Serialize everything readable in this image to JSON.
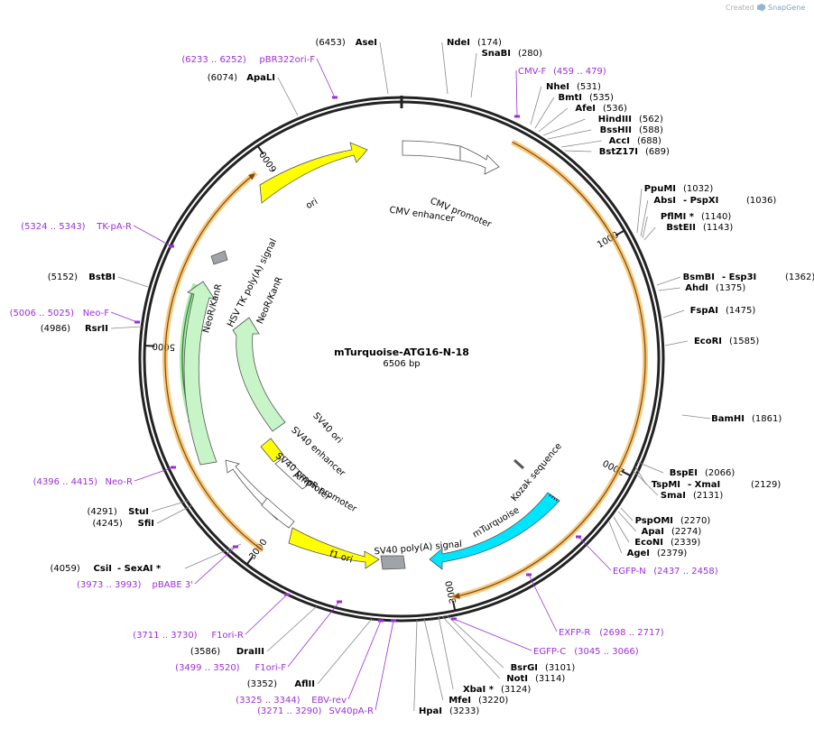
{
  "header": {
    "credit": "Created by",
    "brand": "SnapGene"
  },
  "plasmid": {
    "name": "mTurquoise-ATG16-N-18",
    "length_label": "6506 bp"
  },
  "ticks": [
    {
      "label": "1000",
      "deg": 60
    },
    {
      "label": "2000",
      "deg": 117
    },
    {
      "label": "3000",
      "deg": 168
    },
    {
      "label": "3000",
      "deg": 217
    },
    {
      "label": "5000",
      "deg": 273
    },
    {
      "label": "6000",
      "deg": 326
    }
  ],
  "features": [
    {
      "name": "ori",
      "type": "origin",
      "deg": 330,
      "r": 199
    },
    {
      "name": "CMV enhancer",
      "type": "label",
      "deg": 8,
      "r": 162
    },
    {
      "name": "CMV promoter",
      "type": "label",
      "deg": 22,
      "r": 175
    },
    {
      "name": "HSV TK poly(A) signal",
      "type": "label",
      "deg": 297,
      "r": 186
    },
    {
      "name": "NeoR/KanR",
      "type": "label",
      "deg": 285,
      "r": 217
    },
    {
      "name": "NeoR/KanR",
      "type": "label",
      "deg": 294,
      "r": 160
    },
    {
      "name": "SV40 ori",
      "type": "label",
      "deg": 227,
      "r": 112
    },
    {
      "name": "SV40 enhancer",
      "type": "label",
      "deg": 222,
      "r": 138
    },
    {
      "name": "SV40 promoter",
      "type": "label",
      "deg": 220,
      "r": 170
    },
    {
      "name": "AmpR promoter",
      "type": "label",
      "deg": 210,
      "r": 170
    },
    {
      "name": "f1 ori",
      "type": "label",
      "deg": 197,
      "r": 229
    },
    {
      "name": "SV40 poly(A) signal",
      "type": "label",
      "deg": 175,
      "r": 210
    },
    {
      "name": "mTurquoise",
      "type": "label",
      "deg": 150,
      "r": 209
    },
    {
      "name": "Kozak sequence",
      "type": "label",
      "deg": 130,
      "r": 195
    }
  ],
  "sites": [
    {
      "pos": "(6453)",
      "name": "AseI"
    },
    {
      "pos": "(174)",
      "name": "NdeI"
    },
    {
      "pos": "(280)",
      "name": "SnaBI"
    },
    {
      "pos": "(531)",
      "name": "NheI"
    },
    {
      "pos": "(535)",
      "name": "BmtI"
    },
    {
      "pos": "(536)",
      "name": "AfeI"
    },
    {
      "pos": "(562)",
      "name": "HindIII"
    },
    {
      "pos": "(588)",
      "name": "BssHII"
    },
    {
      "pos": "(688)",
      "name": "AccI"
    },
    {
      "pos": "(689)",
      "name": "BstZ17I"
    },
    {
      "pos": "(1032)",
      "name": "PpuMI"
    },
    {
      "pos": "(1036)",
      "name": "AbsI",
      "name2": "- PspXI"
    },
    {
      "pos": "(1140)",
      "name": "PflMI *"
    },
    {
      "pos": "(1143)",
      "name": "BstEII"
    },
    {
      "pos": "(1362)",
      "name": "BsmBI",
      "name2": "- Esp3I"
    },
    {
      "pos": "(1375)",
      "name": "AhdI"
    },
    {
      "pos": "(1475)",
      "name": "FspAI"
    },
    {
      "pos": "(1585)",
      "name": "EcoRI"
    },
    {
      "pos": "(1861)",
      "name": "BamHI"
    },
    {
      "pos": "(2066)",
      "name": "BspEI"
    },
    {
      "pos": "(2129)",
      "name": "TspMI",
      "name2": "- XmaI"
    },
    {
      "pos": "(2131)",
      "name": "SmaI"
    },
    {
      "pos": "(2270)",
      "name": "PspOMI"
    },
    {
      "pos": "(2274)",
      "name": "ApaI"
    },
    {
      "pos": "(2339)",
      "name": "EcoNI"
    },
    {
      "pos": "(2379)",
      "name": "AgeI"
    },
    {
      "pos": "(3101)",
      "name": "BsrGI"
    },
    {
      "pos": "(3114)",
      "name": "NotI"
    },
    {
      "pos": "(3124)",
      "name": "XbaI *"
    },
    {
      "pos": "(3220)",
      "name": "MfeI"
    },
    {
      "pos": "(3233)",
      "name": "HpaI"
    },
    {
      "pos": "(3352)",
      "name": "AflII"
    },
    {
      "pos": "(3586)",
      "name": "DraIII"
    },
    {
      "pos": "(4059)",
      "name": "CsiI",
      "name2": "- SexAI *"
    },
    {
      "pos": "(4245)",
      "name": "SfiI"
    },
    {
      "pos": "(4291)",
      "name": "StuI"
    },
    {
      "pos": "(4986)",
      "name": "RsrII"
    },
    {
      "pos": "(5152)",
      "name": "BstBI"
    },
    {
      "pos": "(6074)",
      "name": "ApaLI"
    }
  ],
  "primers": [
    {
      "range": "(6233 .. 6252)",
      "name": "pBR322ori-F"
    },
    {
      "range": "(459 .. 479)",
      "name": "CMV-F"
    },
    {
      "range": "(5324 .. 5343)",
      "name": "TK-pA-R"
    },
    {
      "range": "(5006 .. 5025)",
      "name": "Neo-F"
    },
    {
      "range": "(4396 .. 4415)",
      "name": "Neo-R"
    },
    {
      "range": "(3973 .. 3993)",
      "name": "pBABE 3'"
    },
    {
      "range": "(3711 .. 3730)",
      "name": "F1ori-R"
    },
    {
      "range": "(3499 .. 3520)",
      "name": "F1ori-F"
    },
    {
      "range": "(3325 .. 3344)",
      "name": "EBV-rev"
    },
    {
      "range": "(3271 .. 3290)",
      "name": "SV40pA-R"
    },
    {
      "range": "(2437 .. 2458)",
      "name": "EGFP-N"
    },
    {
      "range": "(2698 .. 2717)",
      "name": "EXFP-R"
    },
    {
      "range": "(3045 .. 3066)",
      "name": "EGFP-C"
    }
  ],
  "colors": {
    "backbone": "#222222",
    "primer": "#9b2fd6",
    "ori": "#ffff00",
    "neo": "#c8f5c8",
    "neo_dark": "#2e8b2e",
    "turquoise": "#00e5ff",
    "orange": "#f5b041",
    "polya": "#a0a4a8"
  }
}
